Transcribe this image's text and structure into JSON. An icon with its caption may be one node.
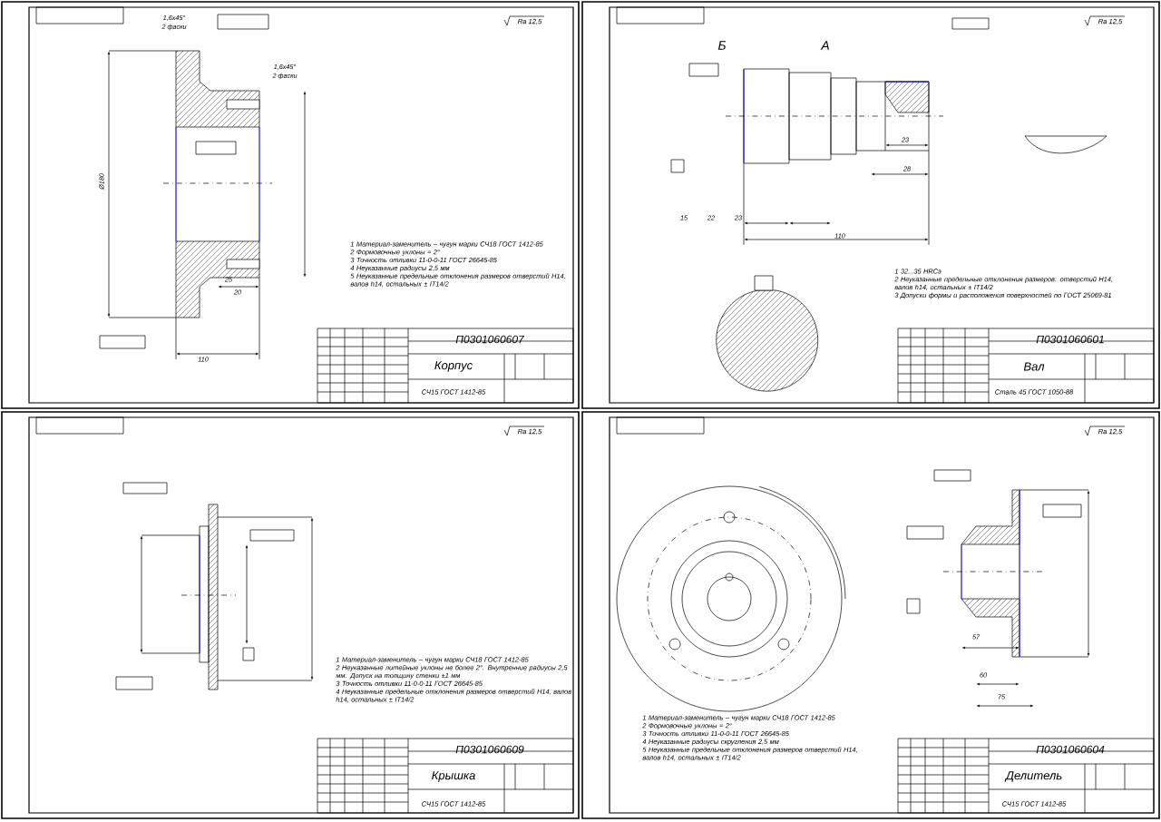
{
  "diagram": {
    "labels": [
      "Ra 12,5",
      "1,6x45°",
      "2 фаски",
      "1,6x45°",
      "2 фаски",
      "Ø180",
      "110",
      "25",
      "20",
      "1 Материал-заменитель – чугун марки СЧ18 ГОСТ 1412-85",
      "2 Формовочные уклоны = 2°",
      "3 Точность отливки 11-0-0-11 ГОСТ 26645-85",
      "4 Неуказанные радиусы 2,5 мм",
      "5 Неуказанные предельные отклонения размеров отверстий Н14, валов h14, остальных ± IT14/2",
      "П0301060607",
      "Корпус",
      "СЧ15 ГОСТ 1412-85",
      "Ra 12,5",
      "Б",
      "А",
      "15",
      "22",
      "23",
      "110",
      "23",
      "28",
      "1 32...35 HRCэ",
      "2 Неуказанные предельные отклонения размеров: отверстий Н14, валов h14, остальных ± IT14/2",
      "3 Допуски формы и расположения поверхностей по ГОСТ 25069-81",
      "П0301060601",
      "Вал",
      "Сталь 45 ГОСТ 1050-88",
      "Ra 12,5",
      "1 Материал-заменитель – чугун марки СЧ18 ГОСТ 1412-85",
      "2 Неуказанные литейные уклоны не более 2°. Внутренние радиусы 2,5 мм. Допуск на толщину стенки ±1 мм",
      "3 Точность отливки 11-0-0-11 ГОСТ 26645-85",
      "4 Неуказанные предельные отклонения размеров отверстий Н14, валов h14, остальных ± IT14/2",
      "П0301060609",
      "Крышка",
      "СЧ15 ГОСТ 1412-85",
      "Ra 12,5",
      "60",
      "75",
      "57",
      "1 Материал-заменитель – чугун марки СЧ18 ГОСТ 1412-85",
      "2 Формовочные уклоны = 2°",
      "3 Точность отливки 11-0-0-11 ГОСТ 26645-85",
      "4 Неуказанные радиусы скругления 2,5 мм",
      "5 Неуказанные предельные отклонения размеров отверстий Н14, валов h14, остальных ± IT14/2",
      "П0301060604",
      "Делитель",
      "СЧ15 ГОСТ 1412-85"
    ]
  }
}
